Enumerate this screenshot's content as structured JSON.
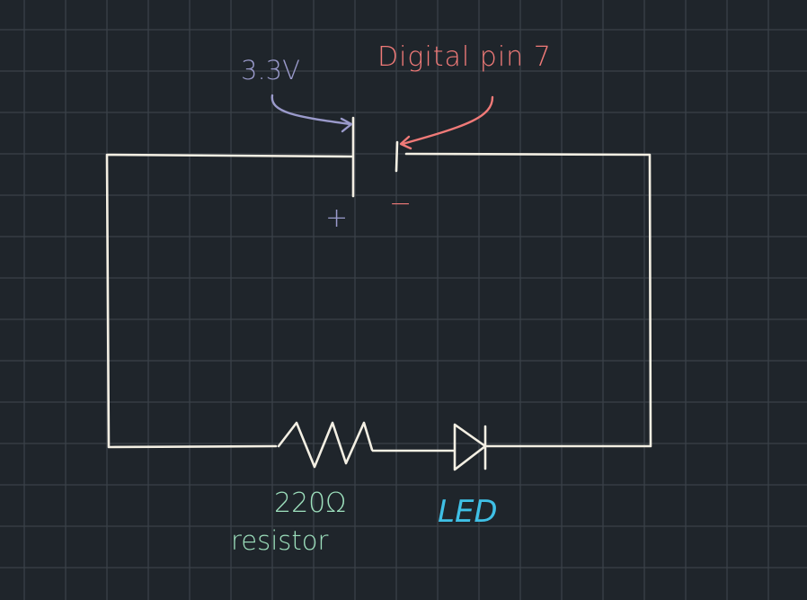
{
  "diagram": {
    "type": "circuit",
    "labels": {
      "voltage": "3.3V",
      "pin": "Digital pin 7",
      "plus": "+",
      "minus": "−",
      "resistance": "220Ω",
      "resistor": "resistor",
      "led": "LED"
    },
    "colors": {
      "background": "#1f252b",
      "grid": "#3b4148",
      "wire": "#f3efe3",
      "voltage": "#9a9acb",
      "pin": "#f07a78",
      "resistor": "#9de0bd",
      "led": "#3fc0e6"
    }
  }
}
